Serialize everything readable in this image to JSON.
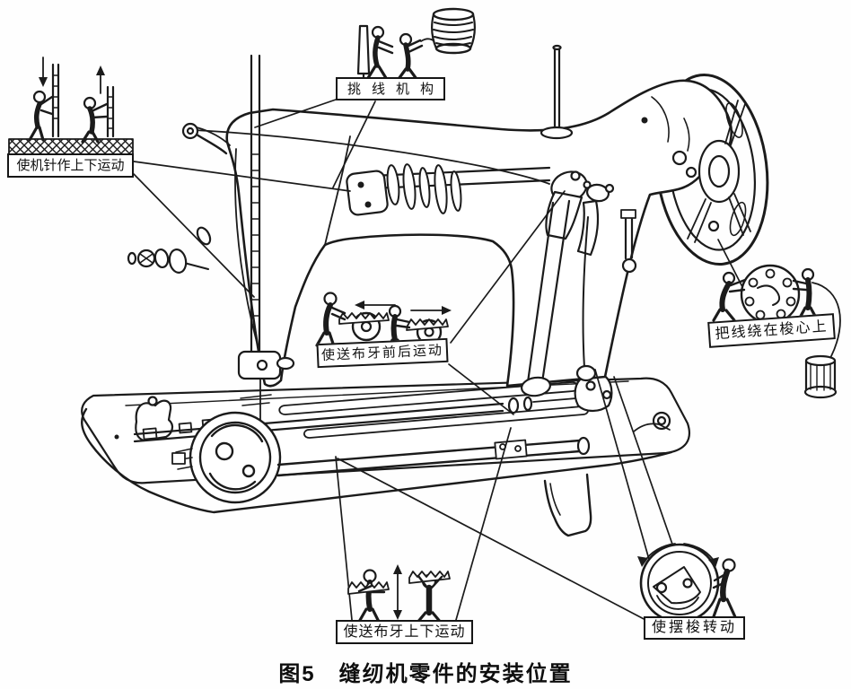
{
  "figure": {
    "caption_number": "图5",
    "caption_title": "缝纫机零件的安装位置",
    "background_color": "#fefefe",
    "line_color": "#1b1b1b"
  },
  "labels": {
    "needle_updown": "使机针作上下运动",
    "thread_takeup": "挑线机构",
    "feed_dog_fore_aft": "使送布牙前后运动",
    "wind_bobbin": "把线绕在梭心上",
    "feed_dog_updown": "使送布牙上下运动",
    "shuttle_rotate": "使摆梭转动"
  }
}
